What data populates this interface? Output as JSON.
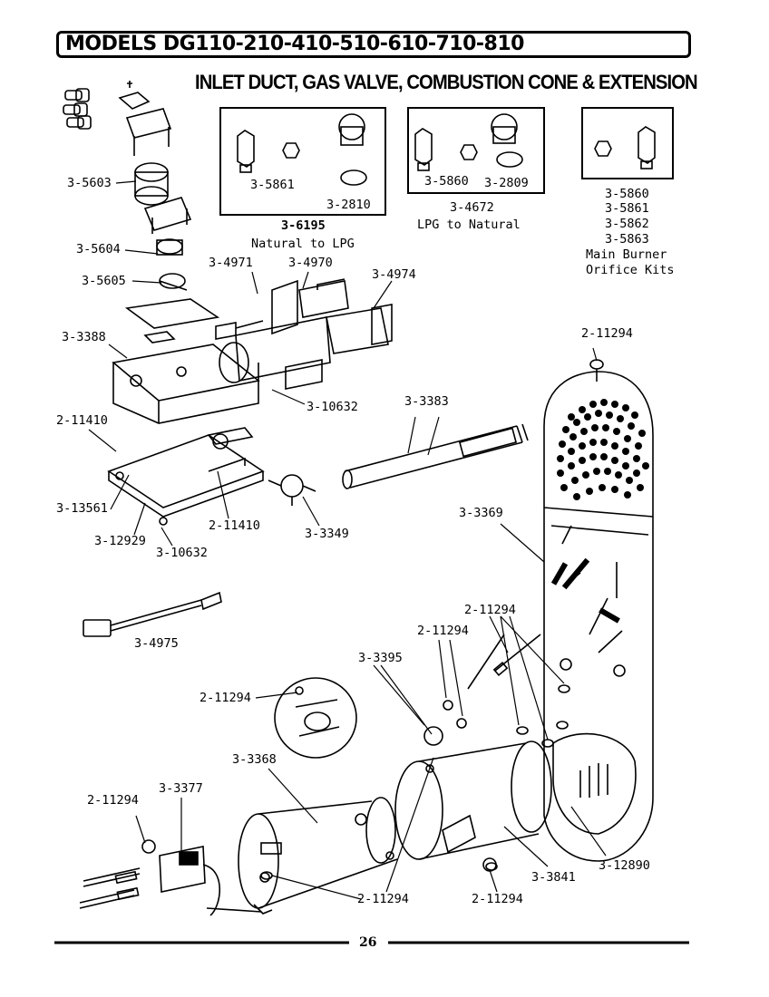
{
  "header": {
    "title": "MODELS DG110-210-410-510-610-710-810",
    "subtitle": "INLET DUCT, GAS VALVE, COMBUSTION CONE & EXTENSION"
  },
  "kits": {
    "natural_to_lpg": {
      "parts": [
        "3-5861",
        "3-2810"
      ],
      "kit_no": "3-6195",
      "desc": "Natural to LPG"
    },
    "lpg_to_natural": {
      "parts": [
        "3-5860",
        "3-2809"
      ],
      "kit_no": "3-4672",
      "desc": "LPG to Natural"
    },
    "main_burner": {
      "parts": [
        "3-5860",
        "3-5861",
        "3-5862",
        "3-5863"
      ],
      "desc_line1": "Main Burner",
      "desc_line2": "Orifice Kits"
    }
  },
  "callouts": {
    "c5603": "3-5603",
    "c5604": "3-5604",
    "c5605": "3-5605",
    "c3388": "3-3388",
    "c4971": "3-4971",
    "c4970": "3-4970",
    "c4974": "3-4974",
    "c10632a": "3-10632",
    "c11410a": "2-11410",
    "c13561": "3-13561",
    "c12929": "3-12929",
    "c10632b": "3-10632",
    "c11410b": "2-11410",
    "c3349": "3-3349",
    "c3383": "3-3383",
    "c3369": "3-3369",
    "c11294a": "2-11294",
    "c4975": "3-4975",
    "c11294b": "2-11294",
    "c11294c": "2-11294",
    "c3395": "3-3395",
    "c11294d": "2-11294",
    "c3368": "3-3368",
    "c11294e": "2-11294",
    "c3377": "3-3377",
    "c11294f": "2-11294",
    "c11294g": "2-11294",
    "c3841": "3-3841",
    "c12890": "3-12890"
  },
  "footer": {
    "page": "26"
  }
}
